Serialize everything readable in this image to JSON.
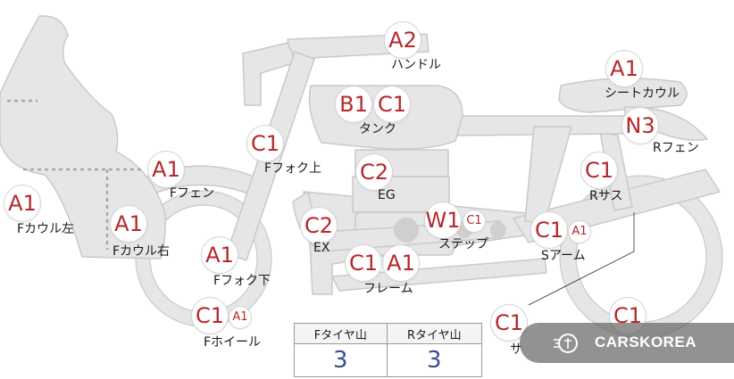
{
  "colors": {
    "body_fill": "#e6e6e6",
    "body_stroke": "#c9c9c9",
    "code_text": "#b6272c",
    "value_text": "#3a4f8c"
  },
  "parts": [
    {
      "id": "handle",
      "label": "ハンドル",
      "codes": [
        "A2"
      ]
    },
    {
      "id": "tank",
      "label": "タンク",
      "codes": [
        "B1",
        "C1"
      ]
    },
    {
      "id": "seat-cowl",
      "label": "シートカウル",
      "codes": [
        "A1"
      ]
    },
    {
      "id": "r-fender",
      "label": "Rフェン",
      "codes": [
        "N3"
      ]
    },
    {
      "id": "f-fork-upper",
      "label": "Fフォク上",
      "codes": [
        "C1"
      ]
    },
    {
      "id": "engine",
      "label": "EG",
      "codes": [
        "C2"
      ]
    },
    {
      "id": "r-suspension",
      "label": "Rサス",
      "codes": [
        "C1"
      ]
    },
    {
      "id": "f-fender",
      "label": "Fフェン",
      "codes": [
        "A1"
      ]
    },
    {
      "id": "f-cowl-left",
      "label": "Fカウル左",
      "codes": [
        "A1"
      ]
    },
    {
      "id": "f-cowl-right",
      "label": "Fカウル右",
      "codes": [
        "A1"
      ]
    },
    {
      "id": "exhaust",
      "label": "EX",
      "codes": [
        "C2"
      ]
    },
    {
      "id": "step",
      "label": "ステップ",
      "codes": [
        "W1",
        "C1"
      ]
    },
    {
      "id": "swing-arm",
      "label": "Sアーム",
      "codes": [
        "C1",
        "A1"
      ]
    },
    {
      "id": "f-fork-lower",
      "label": "Fフォク下",
      "codes": [
        "A1"
      ]
    },
    {
      "id": "frame",
      "label": "フレーム",
      "codes": [
        "C1",
        "A1"
      ]
    },
    {
      "id": "f-wheel",
      "label": "Fホイール",
      "codes": [
        "C1",
        "A1"
      ]
    },
    {
      "id": "silencer",
      "label": "サ",
      "codes": [
        "C1"
      ]
    },
    {
      "id": "r-wheel",
      "label": "",
      "codes": [
        "C1"
      ]
    }
  ],
  "tire_table": {
    "headers": [
      "Fタイヤ山",
      "Rタイヤ山"
    ],
    "values": [
      "3",
      "3"
    ]
  },
  "brand": {
    "name": "CARSKOREA",
    "icon": "carskorea-logo-icon"
  }
}
